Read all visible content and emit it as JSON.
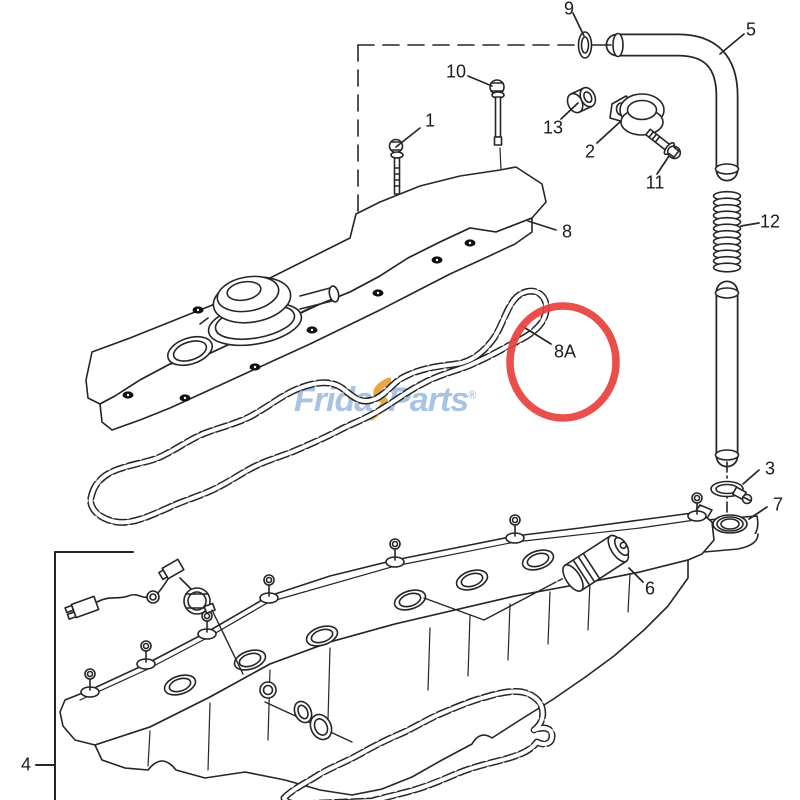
{
  "diagram": {
    "type": "exploded-parts-diagram",
    "subject": "engine valve cover and cylinder head cover assembly",
    "callouts": [
      {
        "id": "1",
        "label": "1"
      },
      {
        "id": "10",
        "label": "10"
      },
      {
        "id": "9",
        "label": "9"
      },
      {
        "id": "5",
        "label": "5"
      },
      {
        "id": "13",
        "label": "13"
      },
      {
        "id": "2",
        "label": "2"
      },
      {
        "id": "11",
        "label": "11"
      },
      {
        "id": "12",
        "label": "12"
      },
      {
        "id": "8",
        "label": "8"
      },
      {
        "id": "8A",
        "label": "8A"
      },
      {
        "id": "3",
        "label": "3"
      },
      {
        "id": "7",
        "label": "7"
      },
      {
        "id": "6",
        "label": "6"
      },
      {
        "id": "4",
        "label": "4"
      }
    ],
    "highlight": {
      "part": "8A",
      "shape": "circle",
      "color": "#e8403c"
    },
    "watermark": {
      "text_left": "Frida",
      "text_right": "Parts",
      "registered": "®",
      "color_text": "#a9c4e2",
      "color_bolt": "#e6a23c"
    },
    "line_color": "#262626"
  }
}
